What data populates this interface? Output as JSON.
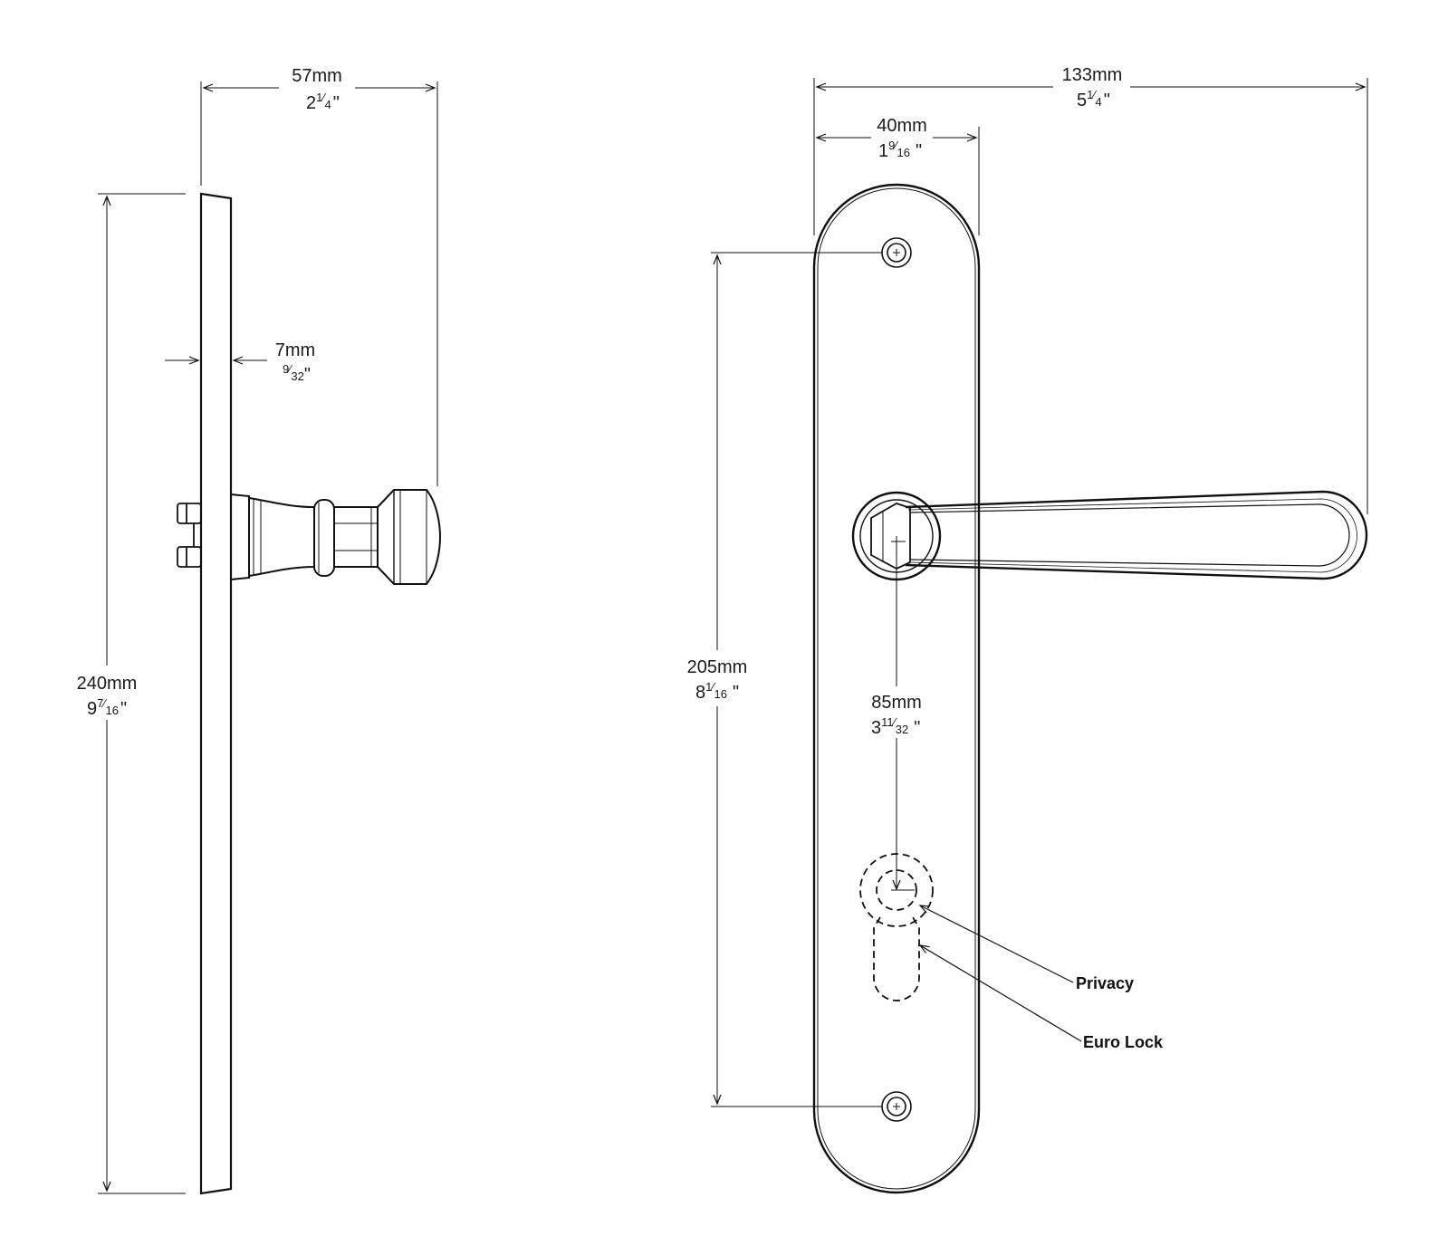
{
  "colors": {
    "line": "#111111",
    "background": "#ffffff"
  },
  "side_view": {
    "width": {
      "mm": "57mm",
      "whole": "2",
      "num": "1",
      "den": "4",
      "suffix": "\""
    },
    "thickness": {
      "mm": "7mm",
      "whole": "",
      "num": "9",
      "den": "32",
      "suffix": "\""
    },
    "height": {
      "mm": "240mm",
      "whole": "9",
      "num": "7",
      "den": "16",
      "suffix": "\""
    }
  },
  "front_view": {
    "overall_width": {
      "mm": "133mm",
      "whole": "5",
      "num": "1",
      "den": "4",
      "suffix": "\""
    },
    "plate_width": {
      "mm": "40mm",
      "whole": "1",
      "num": "9",
      "den": "16",
      "suffix": "\""
    },
    "fixing_centres": {
      "mm": "205mm",
      "whole": "8",
      "num": "1",
      "den": "16",
      "suffix": "\""
    },
    "backset": {
      "mm": "85mm",
      "whole": "3",
      "num": "11",
      "den": "32",
      "suffix": "\""
    },
    "callouts": {
      "privacy": "Privacy",
      "euro_lock": "Euro Lock"
    }
  }
}
